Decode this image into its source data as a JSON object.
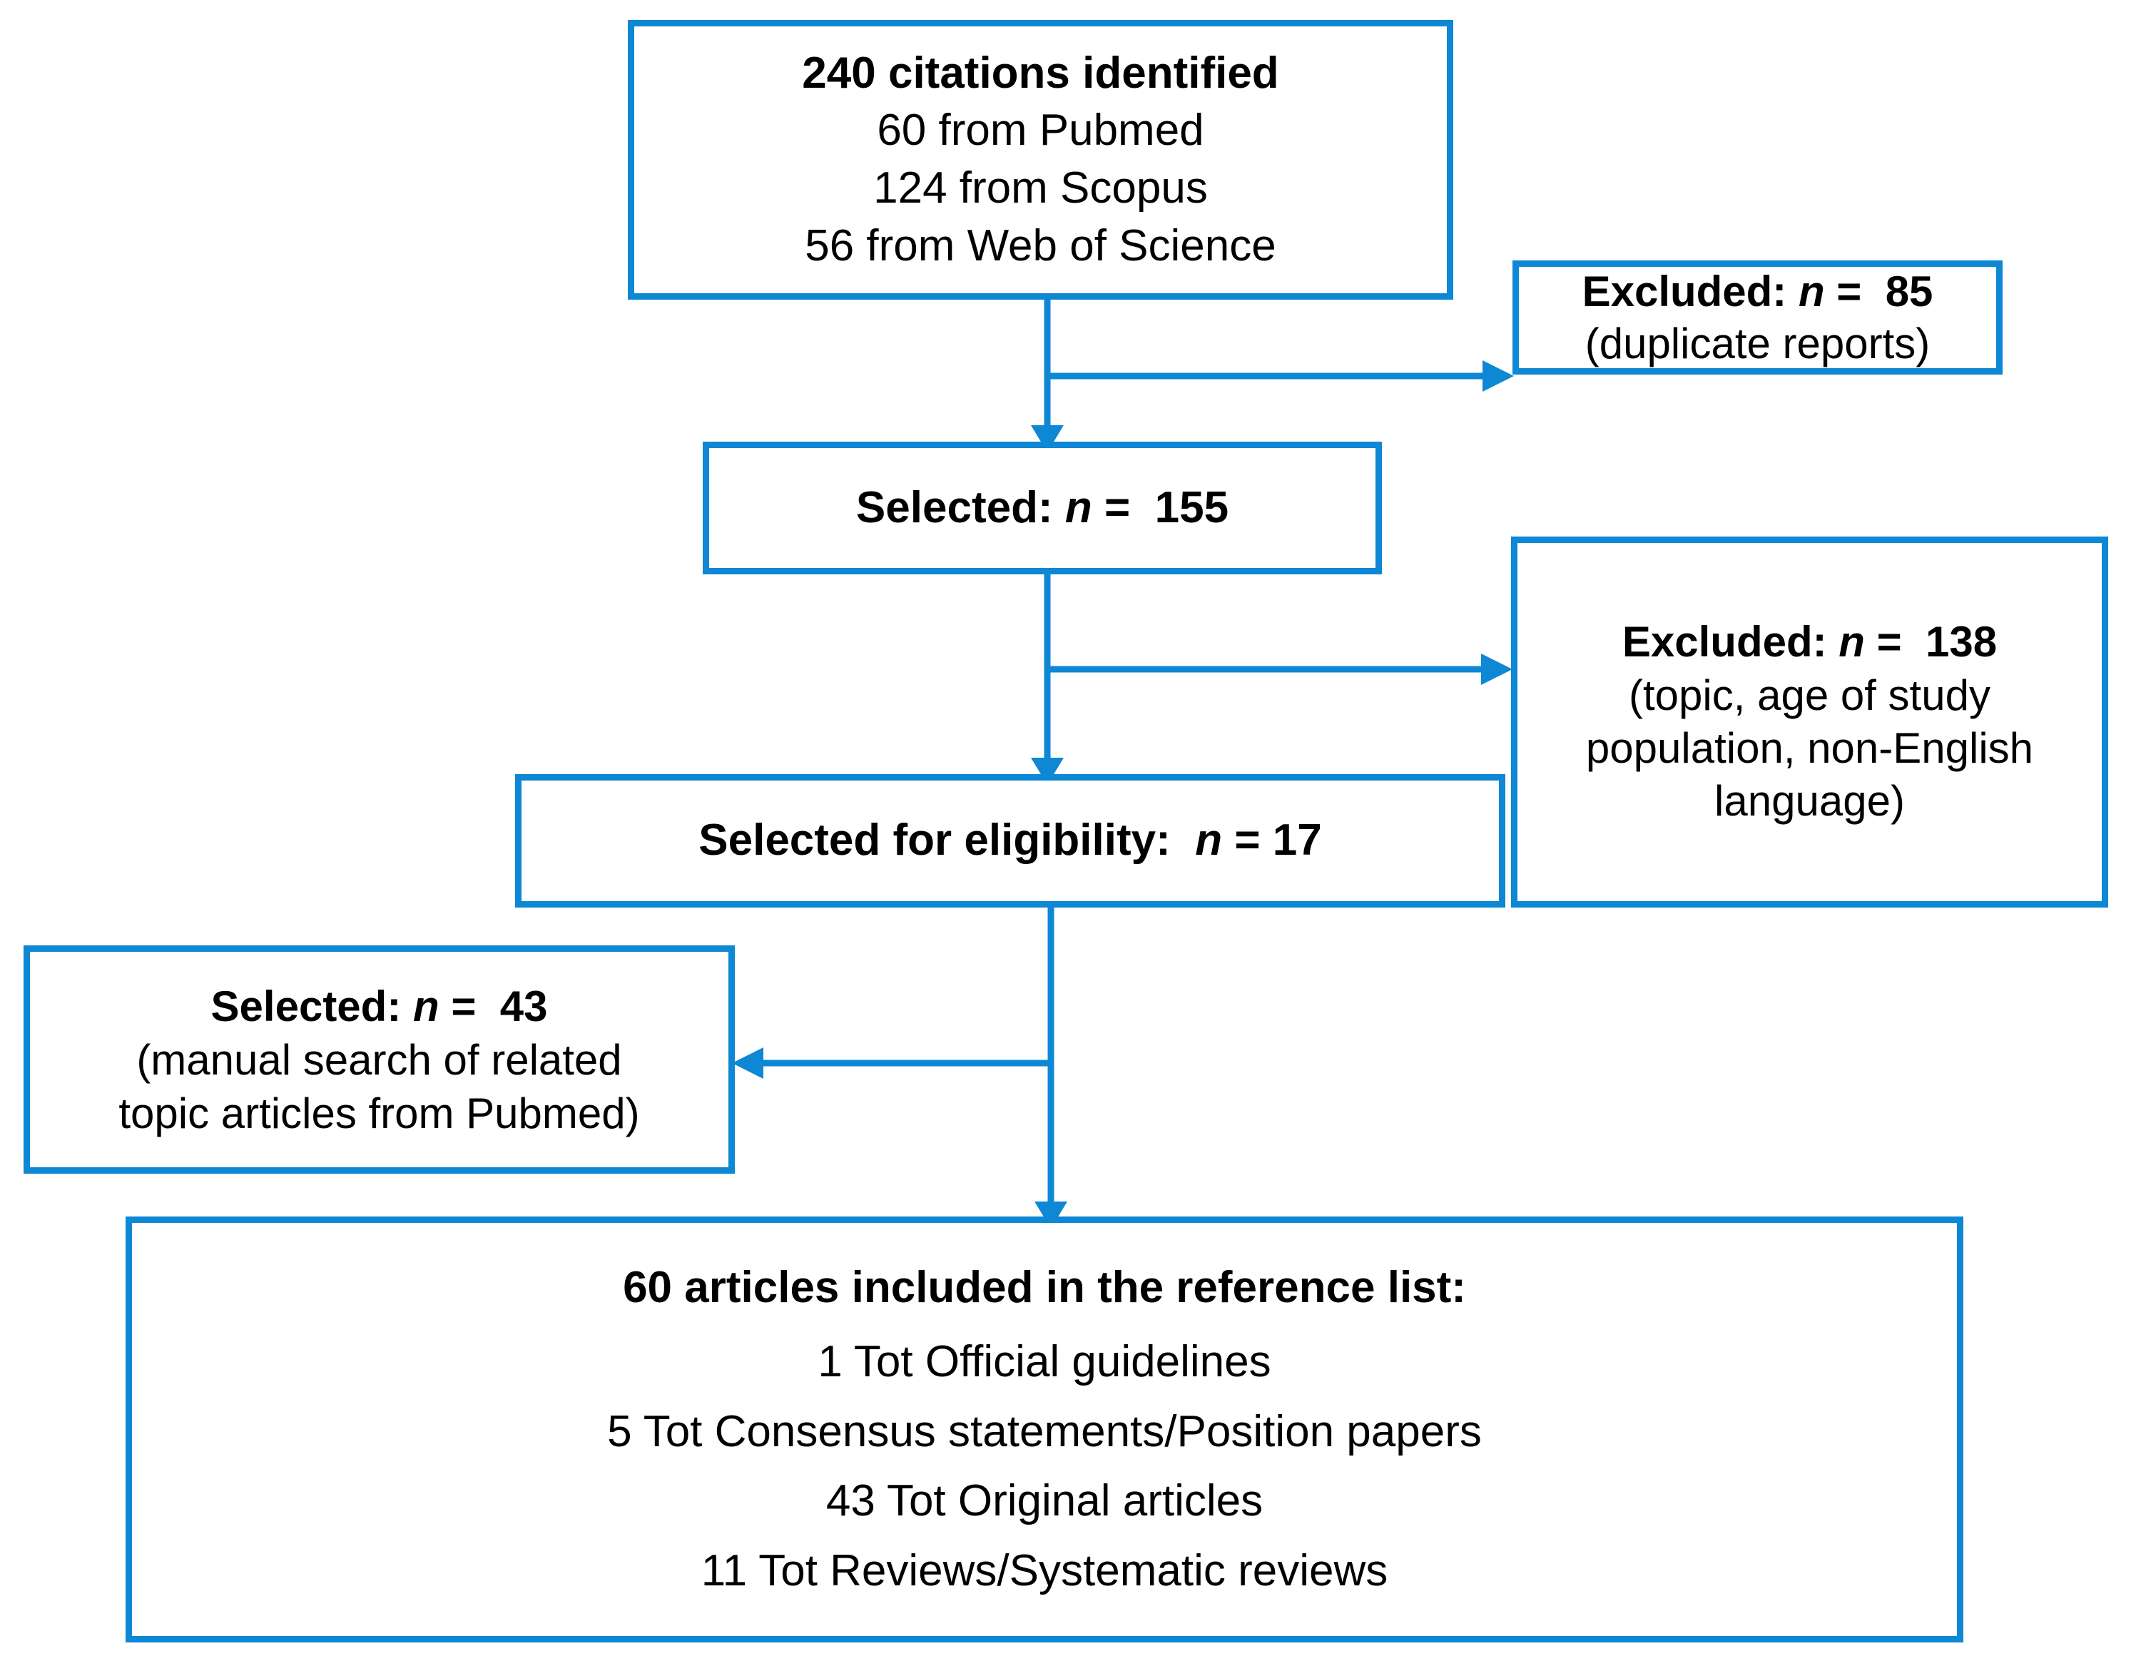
{
  "diagram": {
    "type": "prisma-flow-diagram",
    "accent_color": "#0E87D4",
    "text_color": "#000000",
    "background_color": "#FFFFFF"
  },
  "boxes": {
    "identified": {
      "title": "240 citations identified",
      "lines": [
        "60 from Pubmed",
        "124 from Scopus",
        "56 from Web of Science"
      ]
    },
    "excluded_duplicates": {
      "label": "Excluded:",
      "n_symbol": "n",
      "equals": "=",
      "count": "85",
      "reason": "(duplicate reports)"
    },
    "selected_155": {
      "label": "Selected:",
      "n_symbol": "n",
      "equals": "=",
      "count": "155"
    },
    "excluded_criteria": {
      "label": "Excluded:",
      "n_symbol": "n",
      "equals": "=",
      "count": "138",
      "reason": "(topic, age of study population, non-English language)"
    },
    "eligibility": {
      "label": "Selected for eligibility:",
      "n_symbol": "n",
      "equals": "=",
      "count": "17"
    },
    "selected_43": {
      "label": "Selected:",
      "n_symbol": "n",
      "equals": "=",
      "count": "43",
      "reason_line_1": "(manual search of related",
      "reason_line_2": "topic articles from Pubmed)"
    },
    "included": {
      "title": "60  articles included in the reference list:",
      "lines": [
        "1 Tot Official guidelines",
        "5 Tot Consensus statements/Position papers",
        "43 Tot Original articles",
        "11 Tot Reviews/Systematic reviews"
      ]
    }
  },
  "connectors": [
    {
      "name": "identified-to-selected155",
      "direction": "down"
    },
    {
      "name": "identified-to-excluded85",
      "direction": "right"
    },
    {
      "name": "selected155-to-eligibility",
      "direction": "down"
    },
    {
      "name": "selected155-to-excluded138",
      "direction": "right"
    },
    {
      "name": "eligibility-to-included",
      "direction": "down"
    },
    {
      "name": "eligibility-to-selected43",
      "direction": "left"
    }
  ]
}
